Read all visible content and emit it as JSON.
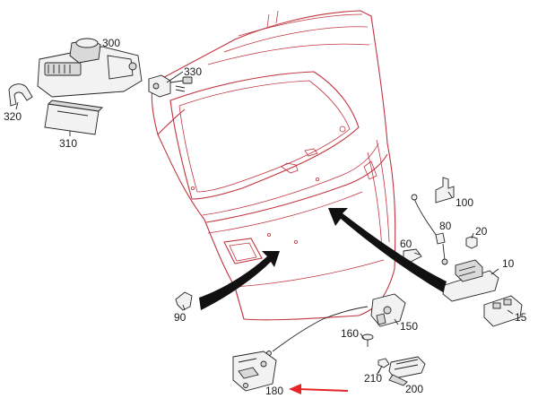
{
  "labels": {
    "p300": "300",
    "p330": "330",
    "p320": "320",
    "p310": "310",
    "p100": "100",
    "p20": "20",
    "p60": "60",
    "p80": "80",
    "p10": "10",
    "p90": "90",
    "p15": "15",
    "p150": "150",
    "p160": "160",
    "p210": "210",
    "p200": "200",
    "p180": "180"
  },
  "colors": {
    "tailgate_outline": "#c0343f",
    "part_outline": "#222222",
    "highlight_arrow": "#e8232a"
  }
}
